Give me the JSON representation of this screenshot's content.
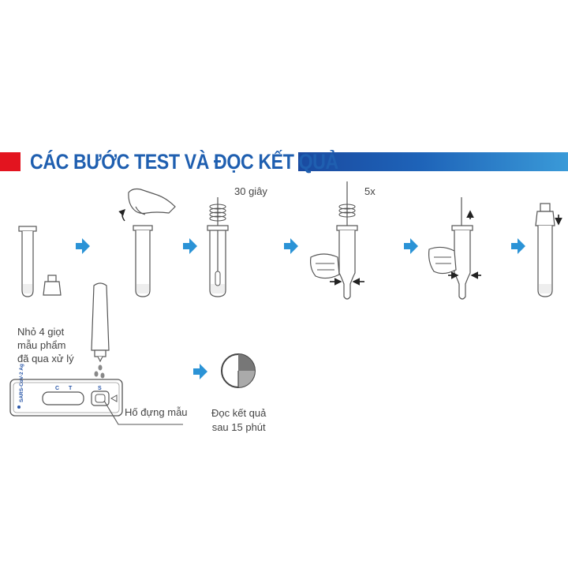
{
  "header": {
    "title": "CÁC BƯỚC TEST VÀ ĐỌC KẾT QUẢ",
    "title_color": "#1f5fb0",
    "accent_red": "#e3141f",
    "accent_blue": "#1e63b8"
  },
  "steps": {
    "swirl_time_label": "30 giây",
    "squeeze_count_label": "5x"
  },
  "cassette": {
    "drop_instruction": [
      "Nhỏ 4 giọt",
      "mẫu phẩm",
      "đã qua xử lý"
    ],
    "sample_well_label": "Hố đựng mẫu",
    "brand_text": "SARS-CoV-2 Ag",
    "control_marker": "C",
    "test_marker": "T",
    "sample_marker": "S"
  },
  "result": {
    "read_label": [
      "Đọc kết quả",
      "sau 15 phút"
    ]
  },
  "colors": {
    "arrow": "#2b93d6",
    "line": "#555555",
    "fill_light": "#eeeeee"
  }
}
